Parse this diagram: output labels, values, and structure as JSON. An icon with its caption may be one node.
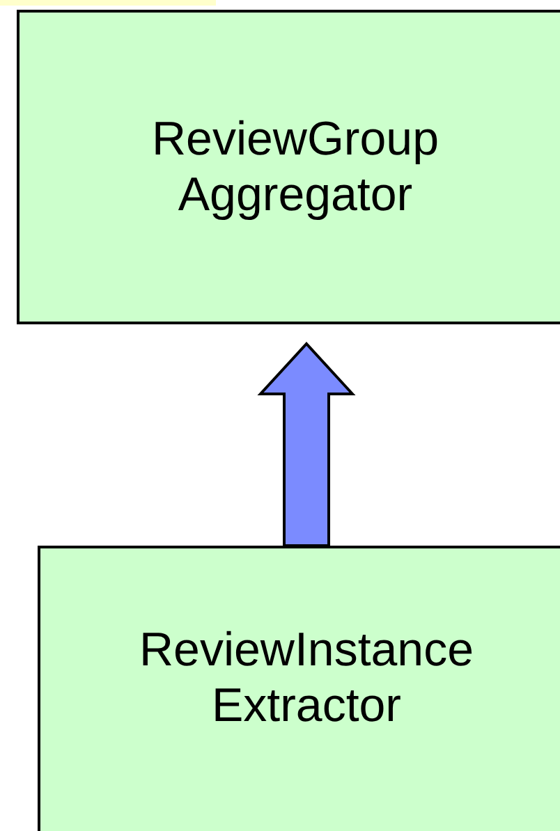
{
  "diagram": {
    "nodes": [
      {
        "text": [
          "ReviewGroup Aggregator"
        ]
      },
      {
        "text": [
          "ReviewInstance Extractor"
        ]
      }
    ],
    "edges": [
      {
        "from": 1,
        "to": 0,
        "arrow": "to"
      }
    ]
  }
}
